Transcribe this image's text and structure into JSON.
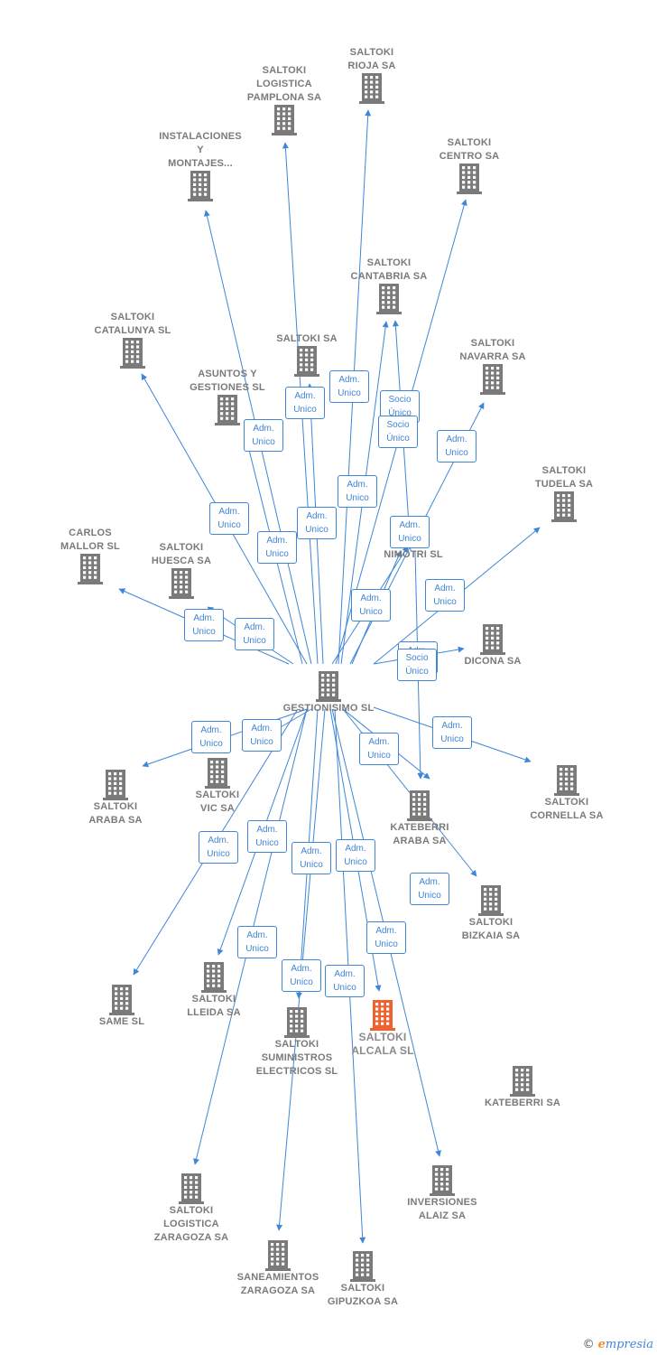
{
  "diagram": {
    "center": {
      "id": "gestionisimo",
      "label": "GESTIONISIMO SL"
    },
    "nodes": [
      {
        "id": "rioja",
        "label": "SALTOKI\nRIOJA SA"
      },
      {
        "id": "log_pamplona",
        "label": "SALTOKI\nLOGISTICA\nPAMPLONA SA"
      },
      {
        "id": "instalaciones",
        "label": "INSTALACIONES\nY\nMONTAJES..."
      },
      {
        "id": "centro",
        "label": "SALTOKI\nCENTRO SA"
      },
      {
        "id": "cantabria",
        "label": "SALTOKI\nCANTABRIA SA"
      },
      {
        "id": "catalunya",
        "label": "SALTOKI\nCATALUNYA SL"
      },
      {
        "id": "saltoki_sa",
        "label": "SALTOKI SA"
      },
      {
        "id": "navarra",
        "label": "SALTOKI\nNAVARRA SA"
      },
      {
        "id": "asuntos",
        "label": "ASUNTOS Y\nGESTIONES SL"
      },
      {
        "id": "tudela",
        "label": "SALTOKI\nTUDELA SA"
      },
      {
        "id": "nimotri",
        "label": "NIMOTRI SL"
      },
      {
        "id": "carlos",
        "label": "CARLOS\nMALLOR SL"
      },
      {
        "id": "huesca",
        "label": "SALTOKI\nHUESCA SA"
      },
      {
        "id": "dicona",
        "label": "DICONA SA"
      },
      {
        "id": "araba",
        "label": "SALTOKI\nARABA SA"
      },
      {
        "id": "vic",
        "label": "SALTOKI\nVIC SA"
      },
      {
        "id": "kateberri_araba",
        "label": "KATEBERRI\nARABA SA"
      },
      {
        "id": "cornella",
        "label": "SALTOKI\nCORNELLA SA"
      },
      {
        "id": "bizkaia",
        "label": "SALTOKI\nBIZKAIA SA"
      },
      {
        "id": "same",
        "label": "SAME SL"
      },
      {
        "id": "lleida",
        "label": "SALTOKI\nLLEIDA SA"
      },
      {
        "id": "suministros",
        "label": "SALTOKI\nSUMINISTROS\nELECTRICOS SL"
      },
      {
        "id": "alcala",
        "label": "SALTOKI\nALCALA  SL",
        "highlight": true
      },
      {
        "id": "kateberri",
        "label": "KATEBERRI SA"
      },
      {
        "id": "log_zaragoza",
        "label": "SALTOKI\nLOGISTICA\nZARAGOZA SA"
      },
      {
        "id": "inversiones",
        "label": "INVERSIONES\nALAIZ SA"
      },
      {
        "id": "saneamientos",
        "label": "SANEAMIENTOS\nZARAGOZA SA"
      },
      {
        "id": "gipuzkoa",
        "label": "SALTOKI\nGIPUZKOA SA"
      }
    ],
    "edge_labels": [
      "Adm.\nUnico",
      "Adm.\nUnico",
      "Adm.\nUnico",
      "Socio\nÚnico",
      "Adm.\nUnico",
      "Socio\nÚnico",
      "Adm.\nUnico",
      "Adm.\nUnico",
      "Adm.\nUnico",
      "Adm.\nUnico",
      "Adm.\nUnico",
      "Adm.\nUnico",
      "Adm.\nUnico",
      "Adm.\nUnico",
      "Adm.\nUnico",
      "Adm.\nUnico",
      "Socio\nÚnico",
      "Adm.\nUnico",
      "Adm.\nUnico",
      "Adm.\nUnico",
      "Adm.\nUnico",
      "Adm.\nUnico",
      "Adm.\nUnico",
      "Adm.\nUnico",
      "Adm.\nUnico",
      "Adm.\nUnico",
      "Adm.\nUnico",
      "Adm.\nUnico",
      "Adm.\nUnico",
      "Adm.\nUnico",
      "Adm.\nUnico",
      "Adm.\nUnico",
      "Adm.\nUnico"
    ],
    "colors": {
      "edge": "#3f86d6",
      "building": "#7a7a7a",
      "highlight": "#f0612e"
    }
  },
  "footer": {
    "copyright": "©",
    "brand_initial": "e",
    "brand_rest": "mpresia"
  }
}
